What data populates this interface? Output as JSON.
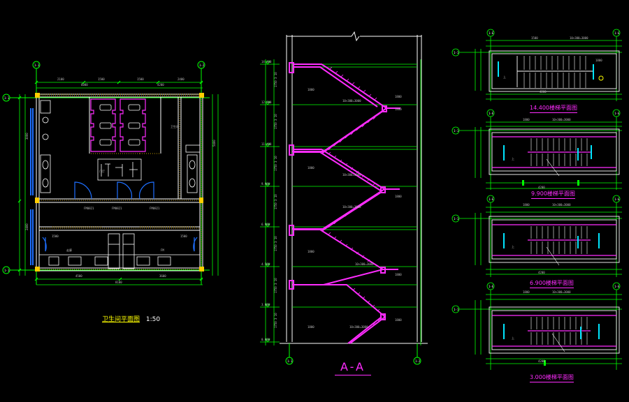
{
  "captions": {
    "plan_title": "卫生间平面图",
    "plan_scale": "1:50",
    "section_title": "A-A",
    "stair_plans": [
      "14.400楼梯平面图",
      "9.900楼梯平面图",
      "6.900楼梯平面图",
      "3.000楼梯平面图"
    ]
  },
  "axis_bubbles": {
    "plan_top": [
      "1-1",
      "1-2"
    ],
    "plan_left": [
      "1-1",
      "1-1"
    ],
    "section_bottom": [
      "1-1",
      "1-2"
    ],
    "stair_top": [
      "1-E",
      "1-G"
    ],
    "stair_left": "1-1"
  },
  "plan_labels": {
    "room": "卫生间",
    "door": "门厅",
    "corridor": "走廊"
  },
  "colors": {
    "background": "#000000",
    "dim_lines": "#00ff00",
    "walls": "#ffffff",
    "stairs": "#ff2cff",
    "fixtures_blue": "#1e6fff",
    "hatch": "#ffff00",
    "text_gray": "#bfbfbf"
  }
}
